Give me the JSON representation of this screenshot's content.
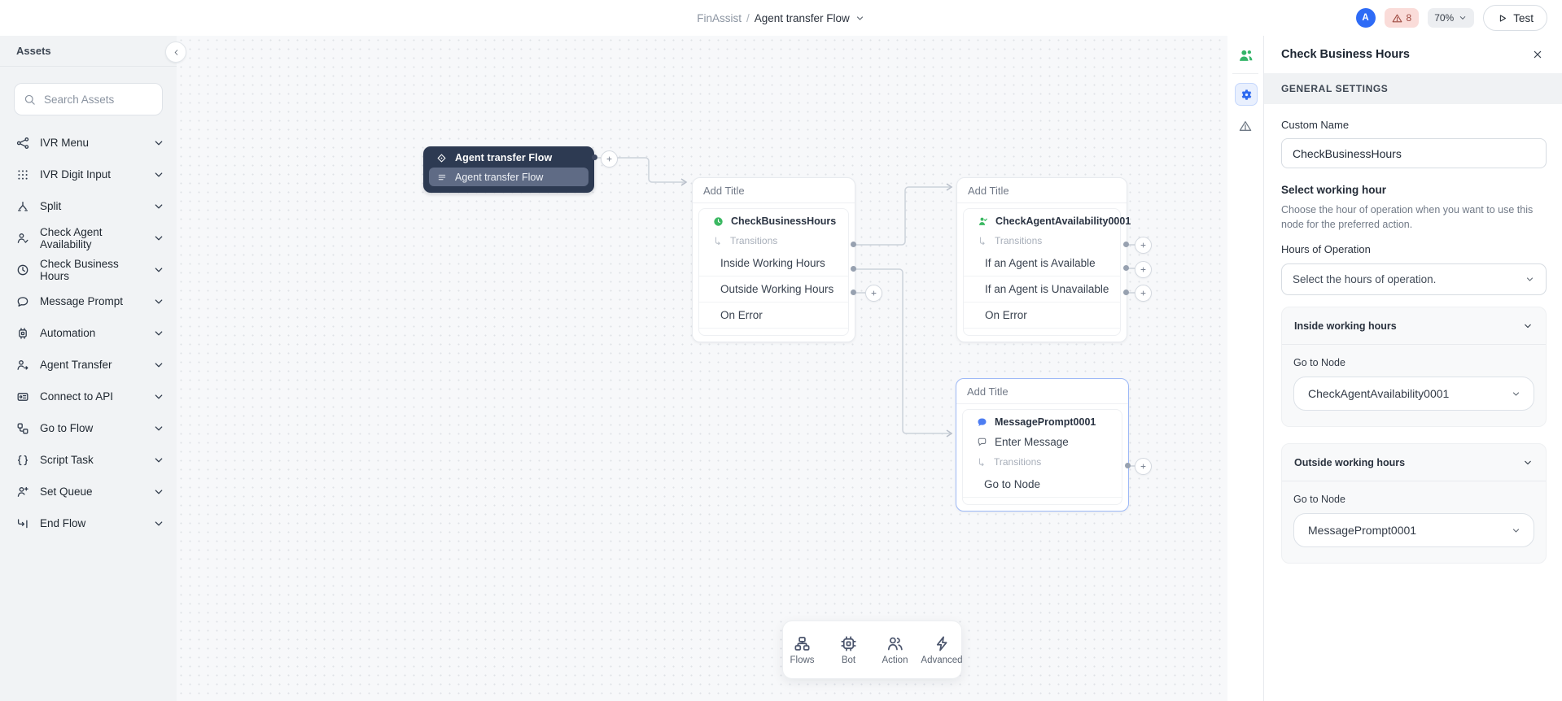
{
  "topbar": {
    "breadcrumb": {
      "app": "FinAssist",
      "separator": "/",
      "flow": "Agent transfer Flow"
    },
    "avatar_initial": "A",
    "warning_count": "8",
    "zoom_level": "70%",
    "test_label": "Test"
  },
  "sidebar": {
    "title": "Assets",
    "search_placeholder": "Search Assets",
    "items": [
      {
        "label": "IVR Menu",
        "icon": "ivr-menu-icon"
      },
      {
        "label": "IVR Digit Input",
        "icon": "ivr-digit-input-icon"
      },
      {
        "label": "Split",
        "icon": "split-icon"
      },
      {
        "label": "Check Agent Availability",
        "icon": "check-agent-availability-icon"
      },
      {
        "label": "Check Business Hours",
        "icon": "check-business-hours-icon"
      },
      {
        "label": "Message Prompt",
        "icon": "message-prompt-icon"
      },
      {
        "label": "Automation",
        "icon": "automation-icon"
      },
      {
        "label": "Agent Transfer",
        "icon": "agent-transfer-icon"
      },
      {
        "label": "Connect to API",
        "icon": "connect-to-api-icon"
      },
      {
        "label": "Go to Flow",
        "icon": "go-to-flow-icon"
      },
      {
        "label": "Script Task",
        "icon": "script-task-icon"
      },
      {
        "label": "Set Queue",
        "icon": "set-queue-icon"
      },
      {
        "label": "End Flow",
        "icon": "end-flow-icon"
      }
    ]
  },
  "canvas": {
    "start_node": {
      "title": "Agent transfer Flow",
      "subtitle": "Agent transfer Flow"
    },
    "nodes": [
      {
        "title": "Add Title",
        "rows": [
          {
            "type": "main",
            "icon": "clock-green-icon",
            "label": "CheckBusinessHours"
          },
          {
            "type": "muted",
            "icon": "transitions-icon",
            "label": "Transitions"
          },
          {
            "type": "transition",
            "label": "Inside Working Hours"
          },
          {
            "type": "transition",
            "label": "Outside Working Hours"
          },
          {
            "type": "transition",
            "label": "On Error"
          }
        ]
      },
      {
        "title": "Add Title",
        "rows": [
          {
            "type": "main",
            "icon": "agent-green-icon",
            "label": "CheckAgentAvailability0001"
          },
          {
            "type": "muted",
            "icon": "transitions-icon",
            "label": "Transitions"
          },
          {
            "type": "transition",
            "label": "If an Agent is Available"
          },
          {
            "type": "transition",
            "label": "If an Agent is Unavailable"
          },
          {
            "type": "transition",
            "label": "On Error"
          }
        ]
      },
      {
        "title": "Add Title",
        "rows": [
          {
            "type": "main",
            "icon": "message-blue-icon",
            "label": "MessagePrompt0001"
          },
          {
            "type": "sub",
            "icon": "chat-icon",
            "label": "Enter Message"
          },
          {
            "type": "muted",
            "icon": "transitions-icon",
            "label": "Transitions"
          },
          {
            "type": "transition",
            "label": "Go to Node"
          }
        ]
      }
    ],
    "toolbar": {
      "items": [
        {
          "icon": "flows-icon",
          "label": "Flows"
        },
        {
          "icon": "bot-icon",
          "label": "Bot"
        },
        {
          "icon": "action-icon",
          "label": "Action"
        },
        {
          "icon": "advanced-icon",
          "label": "Advanced"
        }
      ]
    }
  },
  "panel": {
    "title": "Check Business Hours",
    "tab": "GENERAL SETTINGS",
    "custom_name_label": "Custom Name",
    "custom_name_value": "CheckBusinessHours",
    "section_title": "Select working hour",
    "section_description": "Choose the hour of operation when you want to use this node for the preferred action.",
    "hours_label": "Hours of Operation",
    "hours_placeholder": "Select the hours of operation.",
    "accordions": [
      {
        "title": "Inside working hours",
        "field_label": "Go to Node",
        "value": "CheckAgentAvailability0001"
      },
      {
        "title": "Outside working hours",
        "field_label": "Go to Node",
        "value": "MessagePrompt0001"
      }
    ]
  },
  "colors": {
    "accent_blue": "#2e6bf6",
    "warning_red": "#9f4b42",
    "warning_bg": "#fadcd9",
    "node_green": "#3bb862",
    "node_blue": "#4d7df2",
    "start_node_bg": "#2d3a52"
  }
}
